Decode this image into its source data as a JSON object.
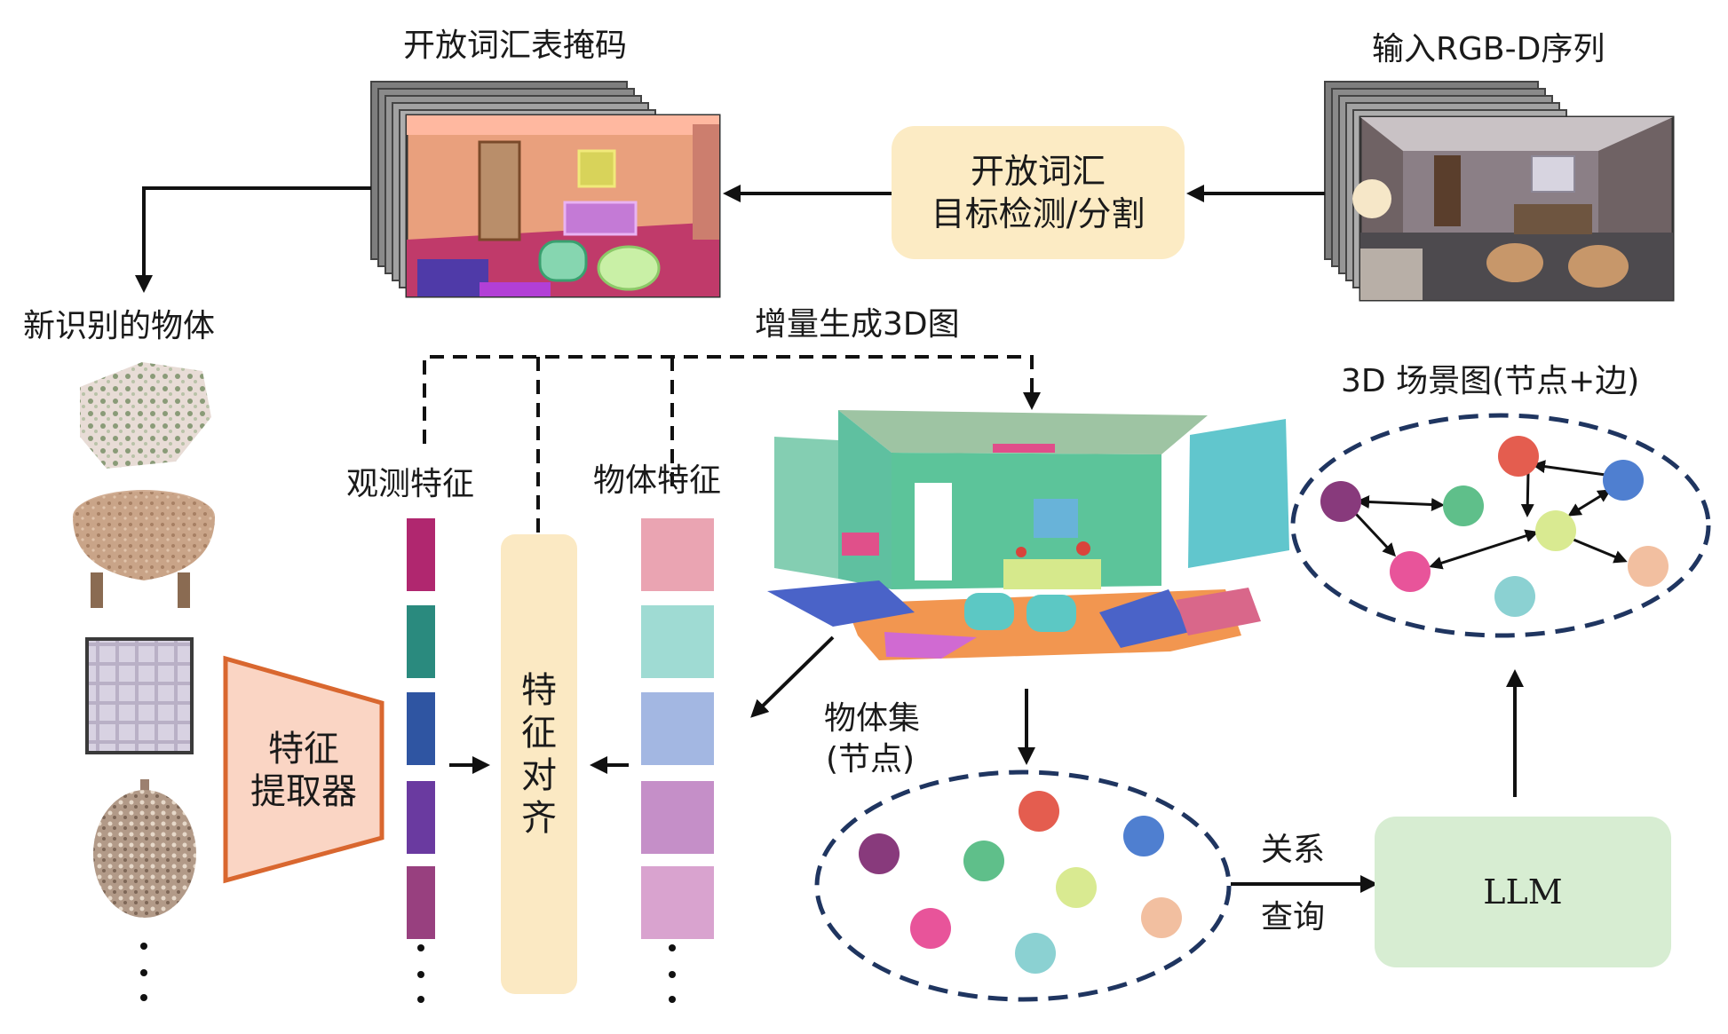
{
  "labels": {
    "masks_title": "开放词汇表掩码",
    "input_title": "输入RGB-D序列",
    "detect_line1": "开放词汇",
    "detect_line2": "目标检测/分割",
    "new_objects": "新识别的物体",
    "incremental": "增量生成3D图",
    "scene_graph_title": "3D 场景图(节点+边)",
    "obs_features": "观测特征",
    "obj_features": "物体特征",
    "extractor_line1": "特征",
    "extractor_line2": "提取器",
    "align_chars": [
      "特",
      "征",
      "对",
      "齐"
    ],
    "object_set_line1": "物体集",
    "object_set_line2": "(节点)",
    "relation_line1": "关系",
    "relation_line2": "查询",
    "llm": "LLM"
  },
  "feature_colors": {
    "observation": [
      "#b0276f",
      "#2a8a7e",
      "#2f55a2",
      "#6a3aa0",
      "#98407f"
    ],
    "object": [
      "#eaa4b2",
      "#9fdbd3",
      "#a3b7e2",
      "#c58fc8",
      "#d9a3cf"
    ]
  },
  "object_set_node_colors": [
    "#883a7c",
    "#e45d4f",
    "#4f7fd0",
    "#5fbf8a",
    "#d9ea91",
    "#e8549a",
    "#8bd1d2",
    "#f2bfa0"
  ],
  "scene_graph_node_colors": [
    "#883a7c",
    "#5fbf8a",
    "#e45d4f",
    "#4f7fd0",
    "#d9ea91",
    "#e8549a",
    "#f2bfa0",
    "#8bd1d2"
  ],
  "colors": {
    "detector_fill": "#fcebc4",
    "align_fill": "#fbe9c3",
    "extractor_fill": "#fad5c4",
    "extractor_stroke": "#d9672f",
    "llm_fill": "#d7edd2",
    "ellipse_stroke": "#1f3560"
  }
}
